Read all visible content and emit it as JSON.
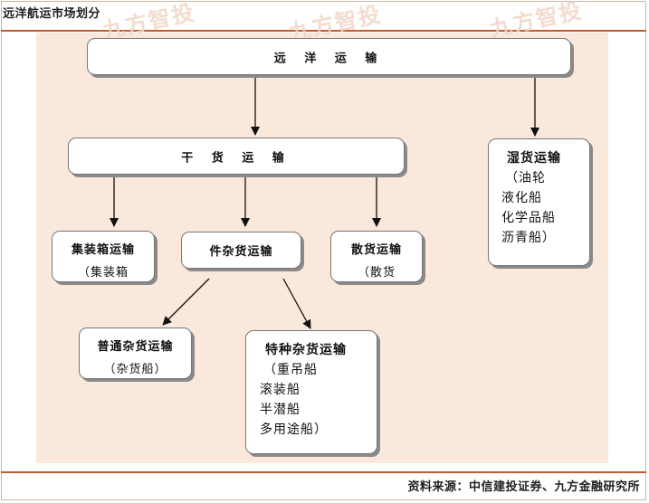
{
  "header": {
    "title": "远洋航运市场划分"
  },
  "watermark": {
    "text": "九方智投"
  },
  "diagram": {
    "root": {
      "label": "远 洋 运 输"
    },
    "dry_cargo": {
      "label": "干 货 运 输"
    },
    "wet_cargo": {
      "label": "湿货运输",
      "items": [
        "（油轮",
        "液化船",
        "化学品船",
        "沥青船）"
      ]
    },
    "container": {
      "label": "集装箱运输",
      "sub": "（集装箱"
    },
    "general_cargo": {
      "label": "件杂货运输"
    },
    "bulk": {
      "label": "散货运输",
      "sub": "（散货"
    },
    "ordinary_general": {
      "label": "普通杂货运输",
      "sub": "（杂货船）"
    },
    "special_general": {
      "label": "特种杂货运输",
      "items": [
        "（重吊船",
        "滚装船",
        "半潜船",
        "多用途船）"
      ]
    }
  },
  "footer": {
    "source": "资料来源：中信建投证券、九方金融研究所"
  },
  "colors": {
    "accent": "#c65a2c",
    "panel": "#fbe8dc"
  }
}
